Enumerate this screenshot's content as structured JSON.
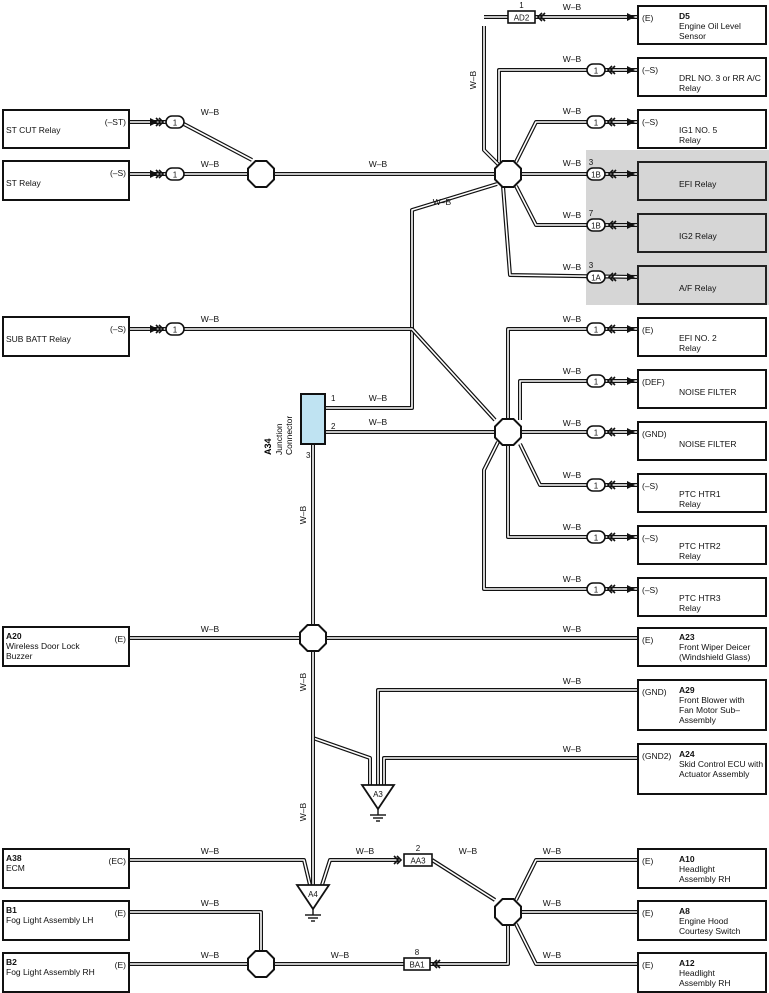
{
  "wire_color": "W–B",
  "shade_color": "#d6d6d6",
  "junction_color": "#bfe3f2",
  "left_components": [
    {
      "id": "st_cut",
      "code": "",
      "name": "ST CUT Relay",
      "terminal": "(–ST)"
    },
    {
      "id": "st",
      "code": "",
      "name": "ST Relay",
      "terminal": "(–S)"
    },
    {
      "id": "sub_batt",
      "code": "",
      "name": "SUB BATT Relay",
      "terminal": "(–S)"
    },
    {
      "id": "a20",
      "code": "A20",
      "name": "Wireless Door Lock Buzzer",
      "terminal": "(E)"
    },
    {
      "id": "a38",
      "code": "A38",
      "name": "ECM",
      "terminal": "(EC)"
    },
    {
      "id": "b1",
      "code": "B1",
      "name": "Fog Light Assembly LH",
      "terminal": "(E)"
    },
    {
      "id": "b2",
      "code": "B2",
      "name": "Fog Light Assembly RH",
      "terminal": "(E)"
    }
  ],
  "right_components": [
    {
      "id": "d5",
      "code": "D5",
      "name": "Engine Oil Level Sensor",
      "terminal": "(E)"
    },
    {
      "id": "drl",
      "code": "",
      "name": "DRL NO. 3 or RR A/C Relay",
      "terminal": "(–S)"
    },
    {
      "id": "ig1",
      "code": "",
      "name": "IG1 NO. 5 Relay",
      "terminal": "(–S)"
    },
    {
      "id": "efi",
      "code": "",
      "name": "EFI Relay",
      "terminal": ""
    },
    {
      "id": "ig2",
      "code": "",
      "name": "IG2 Relay",
      "terminal": ""
    },
    {
      "id": "af",
      "code": "",
      "name": "A/F Relay",
      "terminal": ""
    },
    {
      "id": "efi2",
      "code": "",
      "name": "EFI NO. 2 Relay",
      "terminal": "(E)"
    },
    {
      "id": "nf1",
      "code": "",
      "name": "NOISE FILTER",
      "terminal": "(DEF)"
    },
    {
      "id": "nf2",
      "code": "",
      "name": "NOISE FILTER",
      "terminal": "(GND)"
    },
    {
      "id": "ptc1",
      "code": "",
      "name": "PTC HTR1 Relay",
      "terminal": "(–S)"
    },
    {
      "id": "ptc2",
      "code": "",
      "name": "PTC HTR2 Relay",
      "terminal": "(–S)"
    },
    {
      "id": "ptc3",
      "code": "",
      "name": "PTC HTR3 Relay",
      "terminal": "(–S)"
    },
    {
      "id": "a23",
      "code": "A23",
      "name": "Front Wiper Deicer (Windshield Glass)",
      "terminal": "(E)"
    },
    {
      "id": "a29",
      "code": "A29",
      "name": "Front Blower with Fan Motor Sub–Assembly",
      "terminal": "(GND)"
    },
    {
      "id": "a24",
      "code": "A24",
      "name": "Skid Control ECU with Actuator Assembly",
      "terminal": "(GND2)"
    },
    {
      "id": "a10",
      "code": "A10",
      "name": "Headlight Assembly RH",
      "terminal": "(E)"
    },
    {
      "id": "a8",
      "code": "A8",
      "name": "Engine Hood Courtesy Switch",
      "terminal": "(E)"
    },
    {
      "id": "a12",
      "code": "A12",
      "name": "Headlight Assembly RH",
      "terminal": "(E)"
    }
  ],
  "connectors": {
    "ad2": {
      "label": "AD2",
      "pin": "1"
    },
    "aa3": {
      "label": "AA3",
      "pin": "2"
    },
    "ba1": {
      "label": "BA1",
      "pin": "8"
    },
    "efi_pin": {
      "label": "1B",
      "pin": "3"
    },
    "ig2_pin": {
      "label": "1B",
      "pin": "7"
    },
    "af_pin": {
      "label": "1A",
      "pin": "3"
    },
    "pin_one": "1"
  },
  "junction": {
    "code": "A34",
    "line1": "Junction",
    "line2": "Connector",
    "pin1": "1",
    "pin2": "2",
    "pin3": "3"
  },
  "grounds": {
    "a3": "A3",
    "a4": "A4"
  }
}
